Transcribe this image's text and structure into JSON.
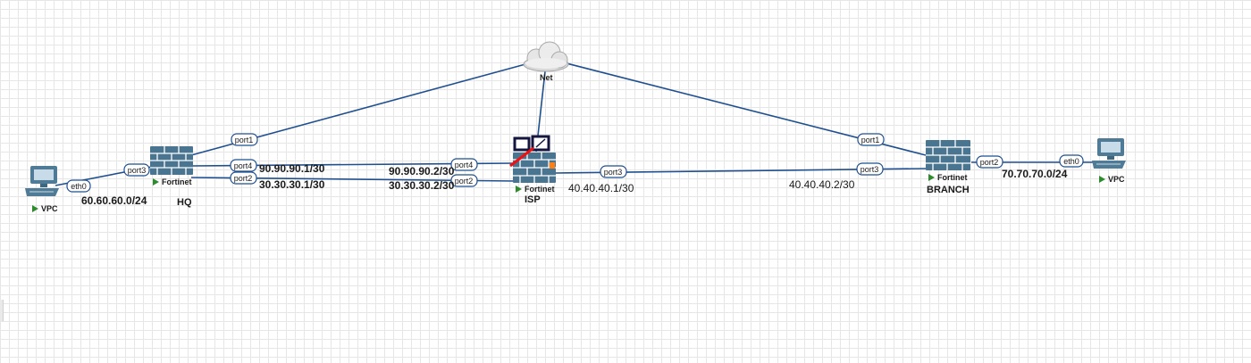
{
  "cloud": {
    "label": "Net"
  },
  "devices": {
    "vpc_left": {
      "label": "VPC"
    },
    "hq": {
      "type_label": "Fortinet",
      "name": "HQ"
    },
    "isp": {
      "type_label": "Fortinet",
      "name": "ISP"
    },
    "branch": {
      "type_label": "Fortinet",
      "name": "BRANCH"
    },
    "vpc_right": {
      "label": "VPC"
    }
  },
  "ports": {
    "vpc_left_eth0": "eth0",
    "hq_port3": "port3",
    "hq_port1": "port1",
    "hq_port4": "port4",
    "hq_port2": "port2",
    "isp_port4": "port4",
    "isp_port2": "port2",
    "isp_port3": "port3",
    "branch_port1": "port1",
    "branch_port3": "port3",
    "branch_port2": "port2",
    "vpc_right_eth0": "eth0"
  },
  "networks": {
    "lan_hq": "60.60.60.0/24",
    "hq_isp_a_hq": "90.90.90.1/30",
    "hq_isp_b_hq": "30.30.30.1/30",
    "hq_isp_a_isp": "90.90.90.2/30",
    "hq_isp_b_isp": "30.30.30.2/30",
    "isp_branch_isp": "40.40.40.1/30",
    "isp_branch_branch": "40.40.40.2/30",
    "lan_branch": "70.70.70.0/24"
  },
  "colors": {
    "link": "#1f4f8f",
    "firewall": "#4a7591",
    "status_running": "#2e8b2e",
    "grid": "#e6e6e6"
  }
}
